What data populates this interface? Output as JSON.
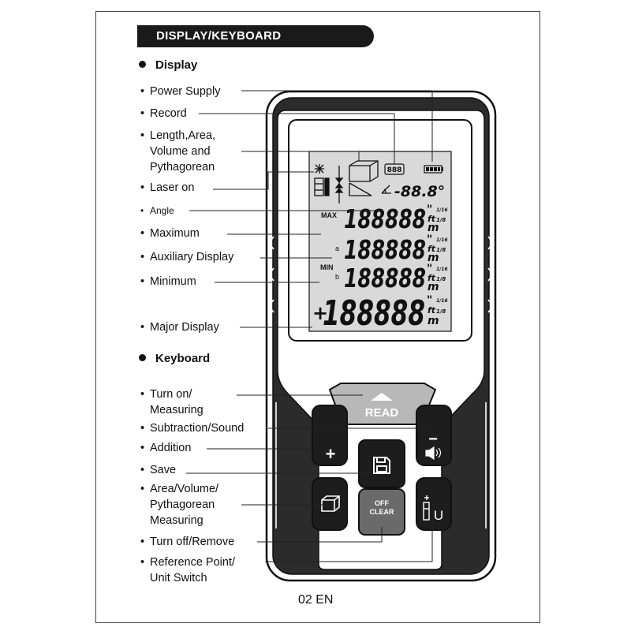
{
  "header": {
    "title": "DISPLAY/KEYBOARD"
  },
  "display_section": {
    "title": "Display",
    "labels": {
      "power_supply": "Power Supply",
      "record": "Record",
      "length_area_1": "Length,Area,",
      "length_area_2": "Volume and",
      "length_area_3": "Pythagorean",
      "laser_on": "Laser on",
      "angle": "Angle",
      "maximum": "Maximum",
      "auxiliary_display": "Auxiliary Display",
      "minimum": "Minimum",
      "major_display": "Major Display"
    }
  },
  "keyboard_section": {
    "title": "Keyboard",
    "labels": {
      "turn_on_1": "Turn on/",
      "turn_on_2": "Measuring",
      "subtraction_sound": "Subtraction/Sound",
      "addition": "Addition",
      "save": "Save",
      "area_volume_1": "Area/Volume/",
      "area_volume_2": "Pythagorean",
      "area_volume_3": "Measuring",
      "turn_off": "Turn off/Remove",
      "reference_1": "Reference Point/",
      "reference_2": "Unit Switch"
    }
  },
  "lcd": {
    "record": "888",
    "angle": "-88.8°",
    "max_tag": "MAX",
    "min_tag": "MIN",
    "line_digits": "188888",
    "main_digits": "188888",
    "sign": "+",
    "aux_a": "a",
    "aux_b": "b",
    "unit_ft": "ft",
    "unit_m": "m",
    "unit_fraction": "1/8",
    "unit_quote": "\"",
    "unit_fraction_small": "1/16"
  },
  "device_keys": {
    "read": "READ",
    "plus": "+",
    "minus": "−",
    "off": "OFF",
    "clear": "CLEAR",
    "unit": "U"
  },
  "footer": {
    "page_label": "02 EN"
  }
}
